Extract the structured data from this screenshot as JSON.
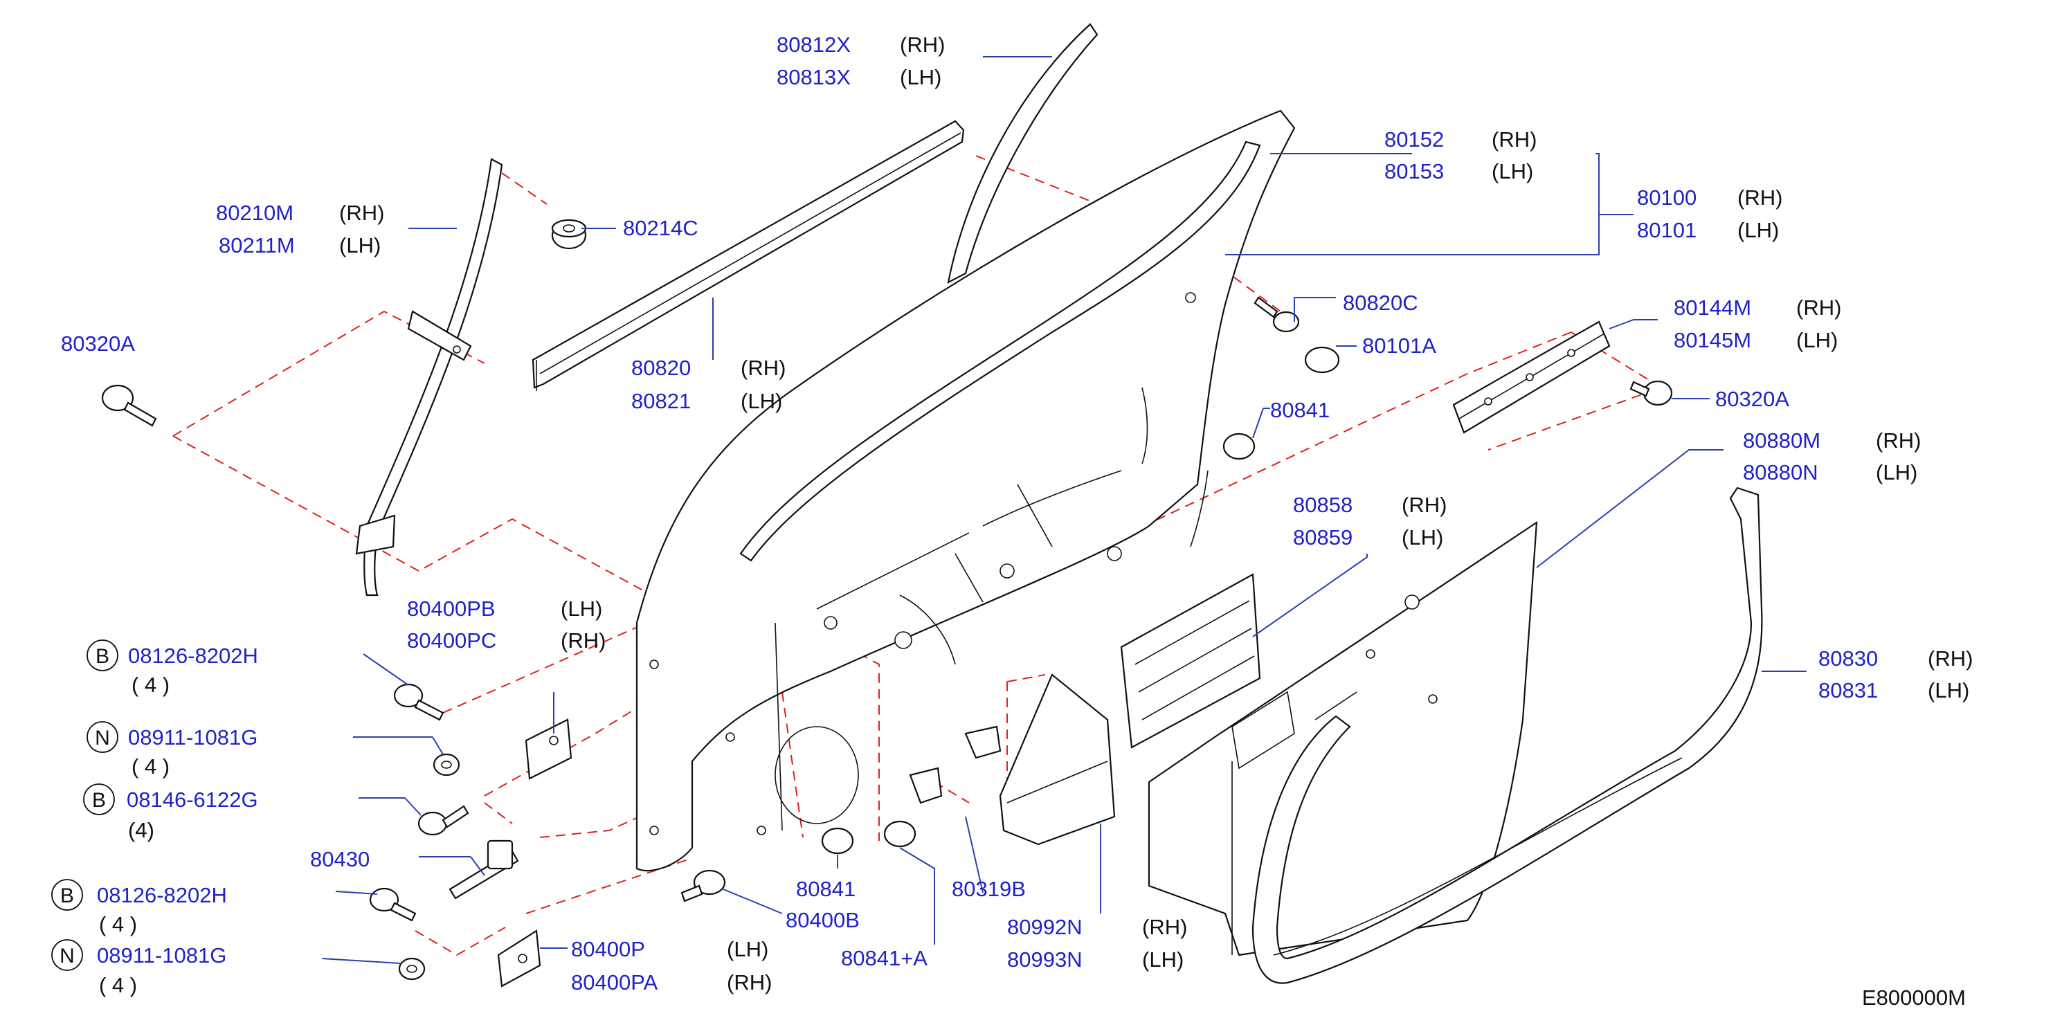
{
  "labels": {
    "l80812X": "80812X",
    "l80813X": "80813X",
    "l80152": "80152",
    "l80153": "80153",
    "l80100": "80100",
    "l80101": "80101",
    "l80210M": "80210M",
    "l80211M": "80211M",
    "l80214C": "80214C",
    "l80320A_left": "80320A",
    "l80820": "80820",
    "l80821": "80821",
    "l80820C": "80820C",
    "l80101A": "80101A",
    "l80144M": "80144M",
    "l80145M": "80145M",
    "l80320A_right": "80320A",
    "l80841_top": "80841",
    "l80880M": "80880M",
    "l80880N": "80880N",
    "l80858": "80858",
    "l80859": "80859",
    "l80400PB": "80400PB",
    "l80400PC": "80400PC",
    "l08126a": "08126-8202H",
    "l08911a": "08911-1081G",
    "l08146": "08146-6122G",
    "l80430": "80430",
    "l08126b": "08126-8202H",
    "l08911b": "08911-1081G",
    "l80400P": "80400P",
    "l80400PA": "80400PA",
    "l80841_bottom": "80841",
    "l80400B": "80400B",
    "l80841A": "80841+A",
    "l80319B": "80319B",
    "l80992N": "80992N",
    "l80993N": "80993N",
    "l80830": "80830",
    "l80831": "80831"
  },
  "sides": {
    "rh": "(RH)",
    "lh": "(LH)"
  },
  "quantities": {
    "four_a": "( 4 )",
    "four_b": "( 4 )",
    "four_c": "(4)",
    "four_d": "( 4 )",
    "four_e": "( 4 )"
  },
  "fastener_codes": {
    "b": "B",
    "n": "N"
  },
  "diagram_code": "E800000M",
  "colors": {
    "part_number": "#1f22c8",
    "leader": "#2a3fb0",
    "dashed_guide": "#e02020",
    "line_art": "#111111"
  }
}
